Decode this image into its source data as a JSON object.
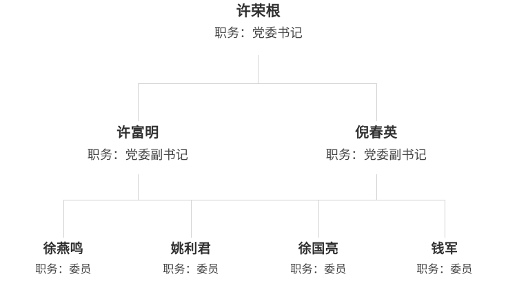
{
  "chart_data": {
    "type": "diagram",
    "diagram_kind": "org-chart",
    "title": "",
    "orientation": "top-down",
    "line_color": "#d2d2d2",
    "name_color": "#2f2f2f",
    "title_color": "#444444",
    "background": "#ffffff",
    "levels": [
      {
        "level": 1,
        "nodes": [
          {
            "id": "n1",
            "name": "许荣根",
            "title": "职务：党委书记"
          }
        ]
      },
      {
        "level": 2,
        "nodes": [
          {
            "id": "n2",
            "name": "许富明",
            "title": "职务：党委副书记"
          },
          {
            "id": "n3",
            "name": "倪春英",
            "title": "职务：党委副书记"
          }
        ]
      },
      {
        "level": 3,
        "nodes": [
          {
            "id": "n4",
            "name": "徐燕鸣",
            "title": "职务：委员"
          },
          {
            "id": "n5",
            "name": "姚利君",
            "title": "职务：委员"
          },
          {
            "id": "n6",
            "name": "徐国亮",
            "title": "职务：委员"
          },
          {
            "id": "n7",
            "name": "钱军",
            "title": "职务：委员"
          }
        ]
      }
    ],
    "edges": [
      {
        "from": "n1",
        "to": "n2"
      },
      {
        "from": "n1",
        "to": "n3"
      },
      {
        "from": "n2",
        "to": "n4"
      },
      {
        "from": "n2",
        "to": "n5"
      },
      {
        "from": "n2",
        "to": "n6"
      },
      {
        "from": "n2",
        "to": "n7"
      },
      {
        "from": "n3",
        "to": "n4"
      },
      {
        "from": "n3",
        "to": "n5"
      },
      {
        "from": "n3",
        "to": "n6"
      },
      {
        "from": "n3",
        "to": "n7"
      }
    ]
  },
  "root": {
    "name": "许荣根",
    "title": "职务：党委书记"
  },
  "deputies": [
    {
      "name": "许富明",
      "title": "职务：党委副书记"
    },
    {
      "name": "倪春英",
      "title": "职务：党委副书记"
    }
  ],
  "members": [
    {
      "name": "徐燕鸣",
      "title": "职务：委员"
    },
    {
      "name": "姚利君",
      "title": "职务：委员"
    },
    {
      "name": "徐国亮",
      "title": "职务：委员"
    },
    {
      "name": "钱军",
      "title": "职务：委员"
    }
  ]
}
